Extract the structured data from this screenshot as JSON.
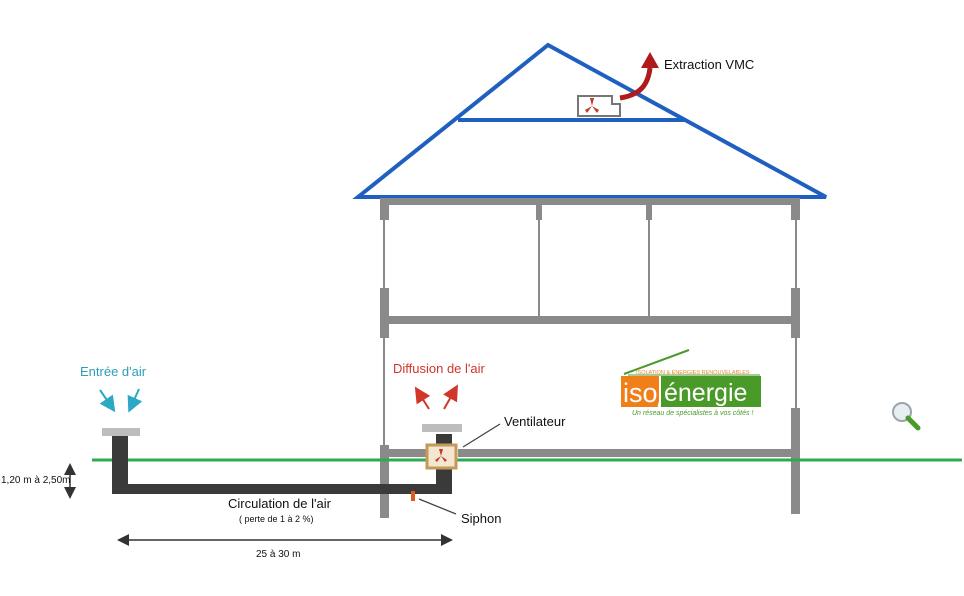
{
  "labels": {
    "extraction": "Extraction VMC",
    "air_inlet": "Entrée d'air",
    "air_diffusion": "Diffusion de l'air",
    "fan": "Ventilateur",
    "air_circulation": "Circulation de l'air",
    "loss": "( perte de 1 à 2 %)",
    "siphon": "Siphon",
    "depth": "1,20 m à 2,50m",
    "length": "25 à 30 m"
  },
  "logo": {
    "part1": "iso",
    "part2": "énergie",
    "tagline_top": "ISOLATION & ÉNERGIES RENOUVELABLES",
    "tagline_bottom": "Un réseau de spécialistes à vos côtés !"
  },
  "colors": {
    "roof": "#1f5fbf",
    "structure": "#8a8a8a",
    "pipe": "#3a3a3a",
    "ground": "#2fa84f",
    "inlet_arrow": "#2aa8c4",
    "diffusion_arrow": "#d0362a",
    "extraction_arrow": "#b01a1a",
    "logo_orange": "#f07f1a",
    "logo_green": "#4a9a2a"
  },
  "icons": [
    "fan-icon",
    "magnifier-icon"
  ]
}
